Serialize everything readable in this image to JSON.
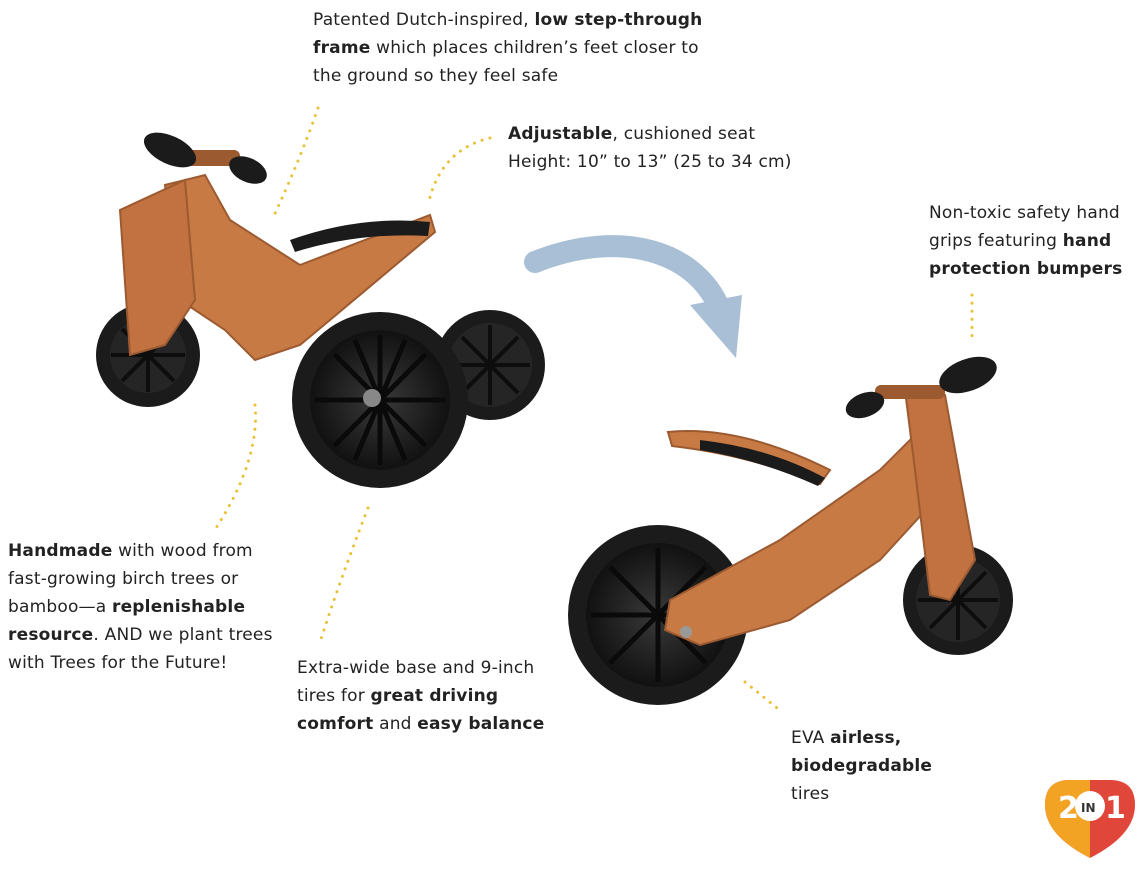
{
  "callouts": {
    "frame": {
      "parts": [
        {
          "text": "Patented Dutch-inspired, ",
          "bold": false
        },
        {
          "text": "low step-through frame",
          "bold": true
        },
        {
          "text": " which places children’s feet closer to the ground so they feel safe",
          "bold": false
        }
      ]
    },
    "seat": {
      "parts": [
        {
          "text": "Adjustable",
          "bold": true
        },
        {
          "text": ", cushioned seat Height: 10” to 13” (25 to 34 cm)",
          "bold": false
        }
      ]
    },
    "grips": {
      "parts": [
        {
          "text": "Non-toxic safety hand grips featuring ",
          "bold": false
        },
        {
          "text": "hand protection bumpers",
          "bold": true
        }
      ]
    },
    "handmade": {
      "parts": [
        {
          "text": "Handmade",
          "bold": true
        },
        {
          "text": " with wood from fast-growing birch trees or bamboo—a ",
          "bold": false
        },
        {
          "text": "replenishable resource",
          "bold": true
        },
        {
          "text": ". AND we plant trees with Trees for the Future!",
          "bold": false
        }
      ]
    },
    "base": {
      "parts": [
        {
          "text": "Extra-wide base and 9-inch tires for ",
          "bold": false
        },
        {
          "text": "great driving comfort",
          "bold": true
        },
        {
          "text": " and ",
          "bold": false
        },
        {
          "text": "easy balance",
          "bold": true
        }
      ]
    },
    "tires": {
      "parts": [
        {
          "text": "EVA ",
          "bold": false
        },
        {
          "text": "airless, biodegradable",
          "bold": true
        },
        {
          "text": " tires",
          "bold": false
        }
      ]
    }
  },
  "badge": {
    "number_left": "2",
    "word": "IN",
    "number_right": "1"
  },
  "colors": {
    "wood": "#c87a45",
    "wood_dark": "#9c5a30",
    "tire": "#1c1b1b",
    "arrow": "#a9bfd6",
    "dots": "#e9c23a",
    "badge_orange": "#f2a323",
    "badge_red": "#e0463a"
  }
}
